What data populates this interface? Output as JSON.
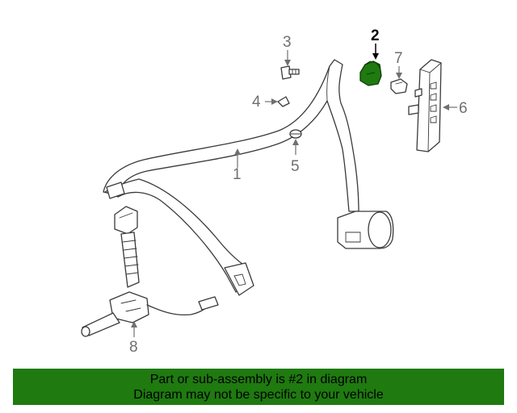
{
  "diagram": {
    "highlight_color": "#1f7a10",
    "callouts": [
      "1",
      "2",
      "3",
      "4",
      "5",
      "6",
      "7",
      "8"
    ],
    "highlighted_callout": "2"
  },
  "banner": {
    "line1": "Part or sub-assembly is #2 in diagram",
    "line2": "Diagram may not be specific to your vehicle",
    "background": "#1f7a10"
  }
}
